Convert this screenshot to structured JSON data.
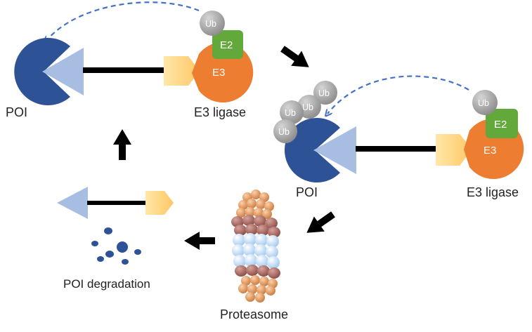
{
  "labels": {
    "poi_top": "POI",
    "e3_ligase_top": "E3 ligase",
    "poi_right": "POI",
    "e3_ligase_right": "E3 ligase",
    "proteasome": "Proteasome",
    "poi_degradation": "POI degradation"
  },
  "tags": {
    "ub": "Ub",
    "e2": "E2",
    "e3": "E3"
  },
  "colors": {
    "poi": "#2e5296",
    "poi_ligand": "#a8bde2",
    "e3_ligand": "#ffd27a",
    "e3": "#ed7d31",
    "e2": "#63a83b",
    "ub": "#9a9a9a",
    "arrow_dash": "#4472c4",
    "linker": "#000000"
  }
}
